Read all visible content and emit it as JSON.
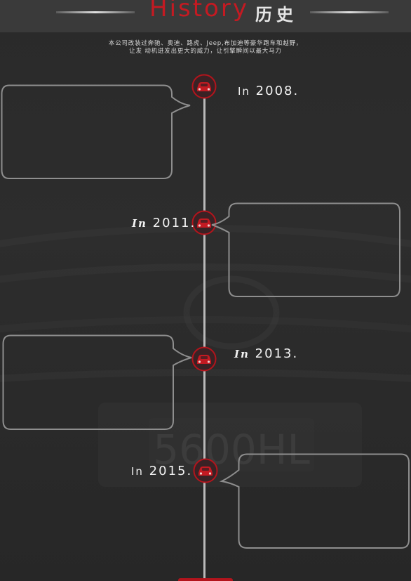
{
  "header": {
    "title_en": "History",
    "title_cn": "历史"
  },
  "intro": {
    "line1": "本公司改装过奔驰、奥迪、路虎、Jeep,布加迪等豪华跑车和越野，",
    "line2": "让发 动机迸发出更大的威力，让引擎瞬间以最大马力"
  },
  "background": {
    "plate_text": "5600HL"
  },
  "timeline": [
    {
      "prefix": "In",
      "year": "2008.",
      "side": "right"
    },
    {
      "prefix": "In",
      "year": "2011.",
      "side": "left"
    },
    {
      "prefix": "In",
      "year": "2013.",
      "side": "right"
    },
    {
      "prefix": "In",
      "year": "2015.",
      "side": "left"
    }
  ],
  "colors": {
    "accent": "#c41a22",
    "background": "#2b2b2b",
    "line": "#b9b9b9",
    "bubble_border": "#8e8e8e"
  },
  "icons": {
    "node": "car-icon"
  }
}
